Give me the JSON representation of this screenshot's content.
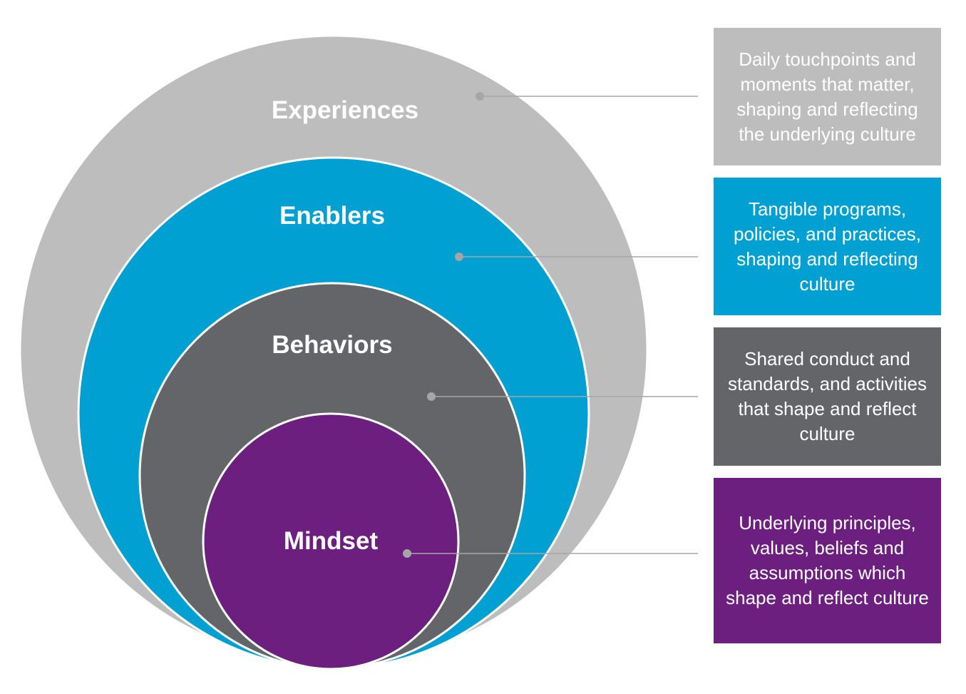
{
  "colors": {
    "experiences": "#bdbdbd",
    "enablers": "#00a0d2",
    "behaviors": "#636569",
    "mindset": "#6d1f7f",
    "connector": "#a6a6a6",
    "outline": "#ffffff"
  },
  "layers": [
    {
      "id": "experiences",
      "title": "Experiences",
      "description": "Daily touchpoints and moments that matter, shaping and reflecting the underlying culture"
    },
    {
      "id": "enablers",
      "title": "Enablers",
      "description": "Tangible programs, policies, and practices, shaping and reflecting culture"
    },
    {
      "id": "behaviors",
      "title": "Behaviors",
      "description": "Shared conduct and standards, and activities that shape and reflect culture"
    },
    {
      "id": "mindset",
      "title": "Mindset",
      "description": "Underlying principles, values, beliefs and assumptions which shape and reflect culture"
    }
  ]
}
